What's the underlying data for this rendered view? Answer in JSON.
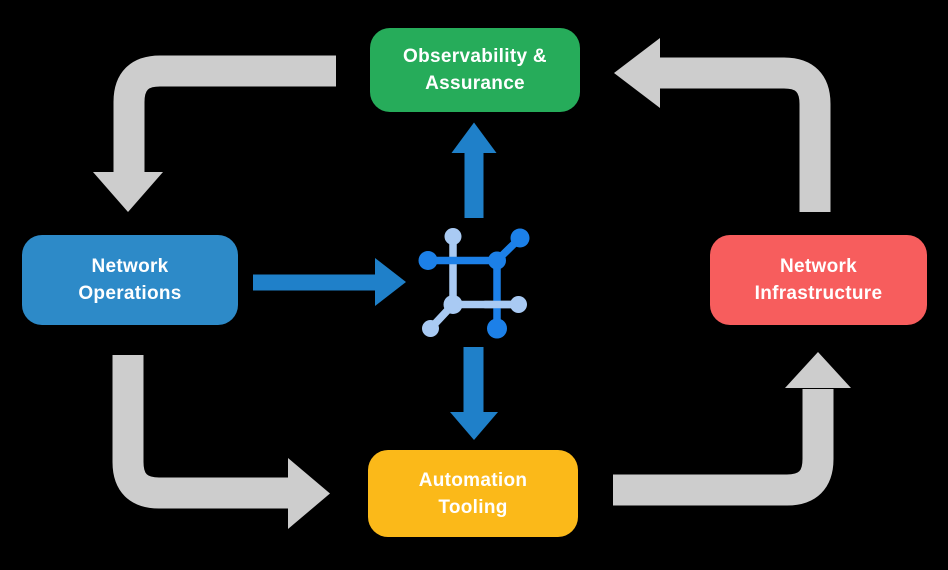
{
  "diagram": {
    "background": "#000000",
    "description": "Four-stage network lifecycle loop around a central network platform icon"
  },
  "colors": {
    "arrow_gray": "#CDCDCD",
    "arrow_blue": "#1F80C9",
    "icon_dark_blue": "#1C80E8",
    "icon_light_blue": "#A9CAF3",
    "label_text": "#FFFFFF"
  },
  "nodes": {
    "observability": {
      "line1": "Observability &",
      "line2": "Assurance",
      "color": "#26AC5A"
    },
    "operations": {
      "line1": "Network",
      "line2": "Operations",
      "color": "#2D8AC8"
    },
    "infrastructure": {
      "line1": "Network",
      "line2": "Infrastructure",
      "color": "#F75D5D"
    },
    "automation": {
      "line1": "Automation",
      "line2": "Tooling",
      "color": "#FBB919"
    }
  },
  "icon": {
    "name": "network-mesh-icon",
    "meaning": "central network platform node"
  }
}
